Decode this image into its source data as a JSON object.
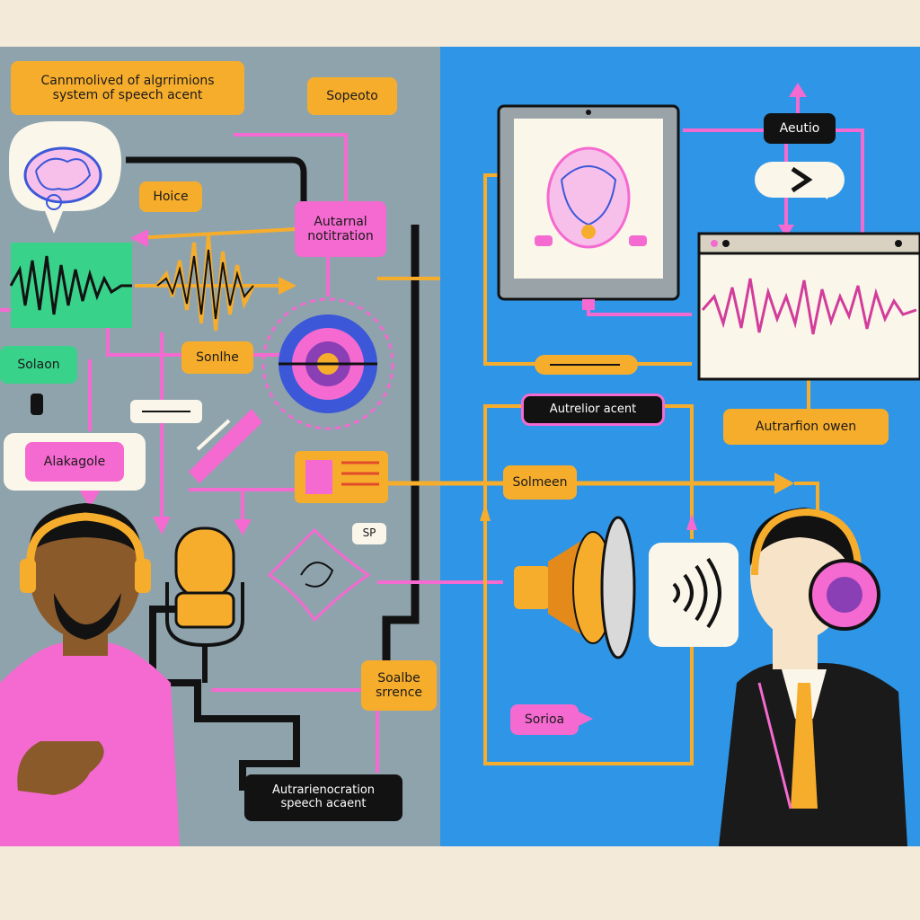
{
  "panels": {
    "left_color": "#8fa3ad",
    "right_color": "#2f95e6",
    "background_color": "#f3ead9"
  },
  "colors": {
    "orange": "#f7ad2c",
    "pink": "#f56ad0",
    "black": "#121212",
    "green": "#38d28a"
  },
  "labels": {
    "title_line1": "Cannmolived of algrrimions",
    "title_line2": "system of speech acent",
    "sopeoto": "Sopeoto",
    "hoice": "Hoice",
    "automat_line1": "Autarnal",
    "automat_line2": "notitration",
    "solaon": "Solaon",
    "sonlhe": "Sonlhe",
    "alakagole": "Alakagole",
    "sp": "SP",
    "soalbe_line1": "Soalbe",
    "soalbe_line2": "srrence",
    "bottom_line1": "Autrarienocration",
    "bottom_line2": "speech acaent",
    "aeutio": "Aeutio",
    "autrelior": "Autrelior acent",
    "autrarfion": "Autrarfion owen",
    "solmeen": "Solmeen",
    "sorioa": "Sorioa"
  },
  "icons": [
    "brain-speech-bubble-icon",
    "green-waveform-icon",
    "orange-waveform-icon",
    "radial-processor-icon",
    "microphone-icon",
    "tablet-brain-scan-icon",
    "audio-waveform-window-icon",
    "speaker-cone-icon",
    "sound-wave-card-icon",
    "play-arrow-bubble-icon",
    "speaking-man-figure",
    "listening-man-headphones-figure"
  ]
}
